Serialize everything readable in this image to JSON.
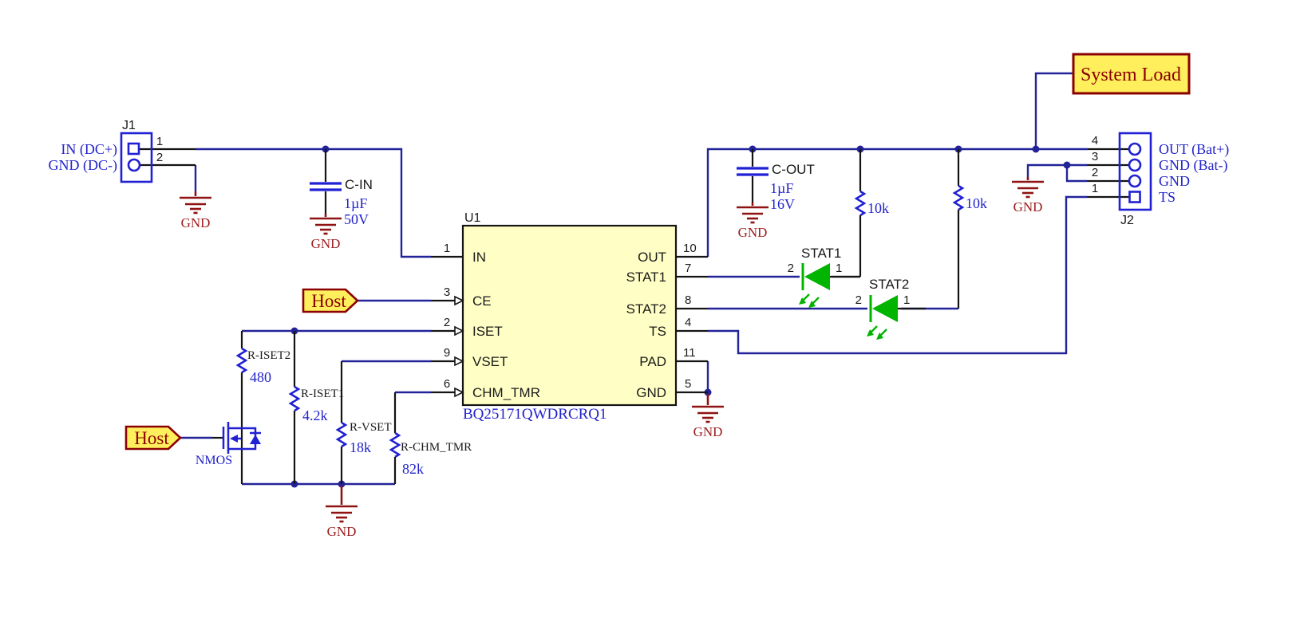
{
  "labels": {
    "gnd": "GND"
  },
  "j1": {
    "ref": "J1",
    "pins": [
      {
        "num": "1",
        "label": "IN (DC+)"
      },
      {
        "num": "2",
        "label": "GND (DC-)"
      }
    ]
  },
  "j2": {
    "ref": "J2",
    "pins": [
      {
        "num": "4",
        "label": "OUT (Bat+)"
      },
      {
        "num": "3",
        "label": "GND (Bat-)"
      },
      {
        "num": "2",
        "label": "GND"
      },
      {
        "num": "1",
        "label": "TS"
      }
    ]
  },
  "ic": {
    "ref": "U1",
    "part_number": "BQ25171QWDRCRQ1",
    "left_pins": [
      {
        "num": "1",
        "name": "IN"
      },
      {
        "num": "3",
        "name": "CE"
      },
      {
        "num": "2",
        "name": "ISET"
      },
      {
        "num": "9",
        "name": "VSET"
      },
      {
        "num": "6",
        "name": "CHM_TMR"
      }
    ],
    "right_pins": [
      {
        "num": "10",
        "name": "OUT"
      },
      {
        "num": "7",
        "name": "STAT1"
      },
      {
        "num": "8",
        "name": "STAT2"
      },
      {
        "num": "4",
        "name": "TS"
      },
      {
        "num": "11",
        "name": "PAD"
      },
      {
        "num": "5",
        "name": "GND"
      }
    ]
  },
  "capacitors": {
    "cin": {
      "ref": "C-IN",
      "value": "1µF",
      "voltage": "50V"
    },
    "cout": {
      "ref": "C-OUT",
      "value": "1µF",
      "voltage": "16V"
    }
  },
  "resistors": {
    "riset2": {
      "ref": "R-ISET2",
      "value": "480"
    },
    "riset1": {
      "ref": "R-ISET1",
      "value": "4.2k"
    },
    "rvset": {
      "ref": "R-VSET",
      "value": "18k"
    },
    "rchm": {
      "ref": "R-CHM_TMR",
      "value": "82k"
    },
    "rstat1": {
      "value": "10k"
    },
    "rstat2": {
      "value": "10k"
    }
  },
  "leds": {
    "stat1": {
      "ref": "STAT1",
      "cathode_pin": "2",
      "anode_pin": "1"
    },
    "stat2": {
      "ref": "STAT2",
      "cathode_pin": "2",
      "anode_pin": "1"
    }
  },
  "flags": {
    "host_ce": {
      "label": "Host"
    },
    "host_gate": {
      "label": "Host"
    },
    "system_load": {
      "label": "System Load"
    }
  },
  "transistor": {
    "ref": "NMOS"
  },
  "colors": {
    "wire_blue": "#232399",
    "symbol_blue": "#2020d4",
    "value_text_blue": "#2222cc",
    "ground_red": "#8f1212",
    "flag_red": "#8b0000",
    "led_green": "#00b400",
    "ic_fill_yellow": "#ffffc5",
    "flag_fill_yellow": "#ffef5c",
    "black": "#141414"
  }
}
